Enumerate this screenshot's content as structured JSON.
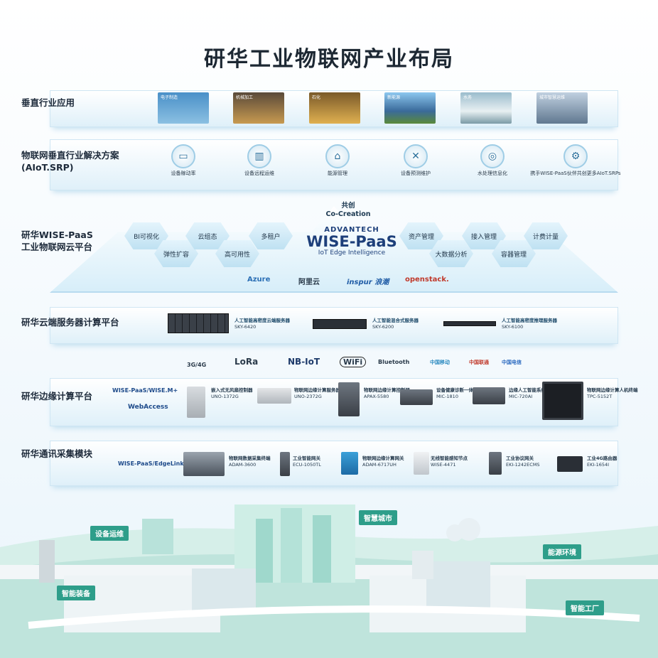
{
  "title": "研华工业物联网产业布局",
  "layers": {
    "vertical": "垂直行业应用",
    "solutions_line1": "物联网垂直行业解决方案",
    "solutions_line2": "(AIoT.SRP)",
    "cloud_line1": "研华WISE-PaaS",
    "cloud_line2": "工业物联网云平台",
    "server": "研华云端服务器计算平台",
    "edge": "研华边缘计算平台",
    "comm": "研华通讯采集模块"
  },
  "vertical_images": [
    "电子制造",
    "机械加工",
    "石化",
    "新能源",
    "水务",
    "城市智慧运维"
  ],
  "solutions": [
    {
      "icon": "monitor-icon",
      "label": "设备稼动率"
    },
    {
      "icon": "building-icon",
      "label": "设备远程运维"
    },
    {
      "icon": "factory-icon",
      "label": "能源管理"
    },
    {
      "icon": "wrench-icon",
      "label": "设备预测维护"
    },
    {
      "icon": "water-icon",
      "label": "水处理信息化"
    },
    {
      "icon": "partner-icon",
      "label": "携手WISE-PaaS伙伴共创更多AIoT.SRPs"
    }
  ],
  "cloud": {
    "cocreation_cn": "共创",
    "cocreation_en": "Co-Creation",
    "brand": "ADVANTECH",
    "product": "WISE-PaaS",
    "tagline": "IoT Edge Intelligence",
    "hex_left": [
      "BI可视化",
      "弹性扩容",
      "云组态",
      "高可用性",
      "多租户"
    ],
    "hex_right": [
      "资产管理",
      "大数据分析",
      "接入管理",
      "容器管理",
      "计费计量"
    ],
    "partners": [
      "Azure",
      "阿里云",
      "inspur 浪潮",
      "openstack."
    ]
  },
  "servers": [
    {
      "name": "人工智能高密度云端服务器",
      "model": "SKY-6420"
    },
    {
      "name": "人工智能混合式服务器",
      "model": "SKY-6200"
    },
    {
      "name": "人工智能高密度推理服务器",
      "model": "SKY-6100"
    }
  ],
  "protocols": [
    "3G/4G",
    "LoRa",
    "NB-IoT",
    "WiFi",
    "Bluetooth",
    "中国移动",
    "中国联通",
    "中国电信"
  ],
  "edge": {
    "brand1": "WISE-PaaS/WISE.M+",
    "brand2": "WebAccess",
    "devices": [
      {
        "name": "嵌入式无风扇控制器",
        "model": "UNO-1372G"
      },
      {
        "name": "物联网边缘计算服务器",
        "model": "UNO-2372G"
      },
      {
        "name": "物联网边缘计算控制器",
        "model": "APAX-5580"
      },
      {
        "name": "设备健康诊断一体机",
        "model": "MIC-1810"
      },
      {
        "name": "边缘人工智能系统",
        "model": "MIC-720AI"
      },
      {
        "name": "物联网边缘计算人机终端",
        "model": "TPC-5152T"
      }
    ]
  },
  "comm": {
    "brand": "WISE-PaaS/EdgeLink",
    "devices": [
      {
        "name": "物联网数据采集终端",
        "model": "ADAM-3600"
      },
      {
        "name": "工业智能网关",
        "model": "ECU-1050TL"
      },
      {
        "name": "物联网边缘计算网关",
        "model": "ADAM-6717UH"
      },
      {
        "name": "无线智能感知节点",
        "model": "WISE-4471"
      },
      {
        "name": "工业协议网关",
        "model": "EKI-1242ECMS"
      },
      {
        "name": "工业4G路由器",
        "model": "EKI-1654I"
      }
    ]
  },
  "city_labels": [
    "设备运维",
    "智慧城市",
    "能源环境",
    "智能装备",
    "智能工厂"
  ],
  "colors": {
    "teal": "#2e9e8a",
    "blue": "#1d6fa5"
  }
}
